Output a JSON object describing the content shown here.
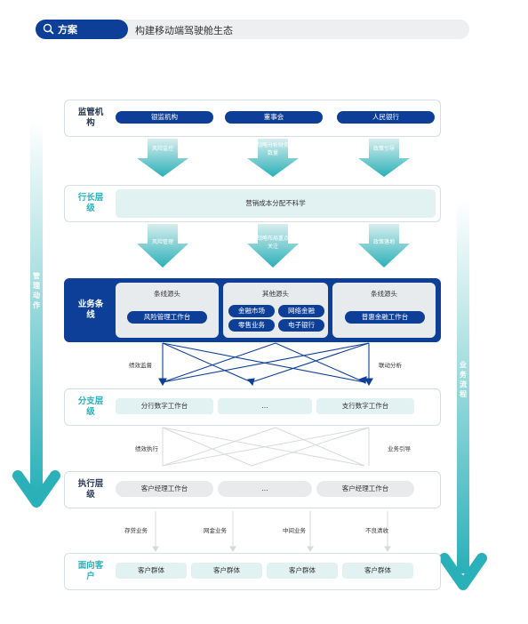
{
  "header": {
    "tag": "方案",
    "title": "构建移动端驾驶舱生态"
  },
  "side": {
    "left": "管理动作",
    "right": "业务流程"
  },
  "layers": {
    "regulator": {
      "label": "监管机构",
      "items": [
        "银监机构",
        "董事会",
        "人民银行"
      ]
    },
    "arrows1": [
      "风险监控",
      "战略分析财务数量",
      "政策引导"
    ],
    "president": {
      "label": "行长层级",
      "item": "营销成本分配不科学"
    },
    "arrows2": [
      "风险管理",
      "战略布局重点关注",
      "政策落地"
    ],
    "business": {
      "label": "业务条线",
      "panels": [
        {
          "title": "条线源头",
          "items": [
            "风险管理工作台"
          ]
        },
        {
          "title": "其他源头",
          "items": [
            "金融市场",
            "网络金融",
            "零售业务",
            "电子银行"
          ]
        },
        {
          "title": "条线源头",
          "items": [
            "普惠金融工作台"
          ]
        }
      ]
    },
    "business_notes": {
      "left": "绩效监督",
      "right": "联动分析"
    },
    "branch": {
      "label": "分支层级",
      "items": [
        "分行数字工作台",
        "...",
        "支行数字工作台"
      ]
    },
    "branch_notes": {
      "left": "绩效执行",
      "right": "业务引导"
    },
    "exec": {
      "label": "执行层级",
      "items": [
        "客户经理工作台",
        "...",
        "客户经理工作台"
      ]
    },
    "exec_notes": [
      "存贷业务",
      "网金业务",
      "中间业务",
      "不良清收"
    ],
    "customer": {
      "label": "面向客户",
      "items": [
        "客户群体",
        "客户群体",
        "客户群体",
        "客户群体"
      ]
    }
  },
  "colors": {
    "navy": "#0d3f99",
    "teal": "#2ab0b8",
    "light_teal": "#e2f1f1"
  }
}
